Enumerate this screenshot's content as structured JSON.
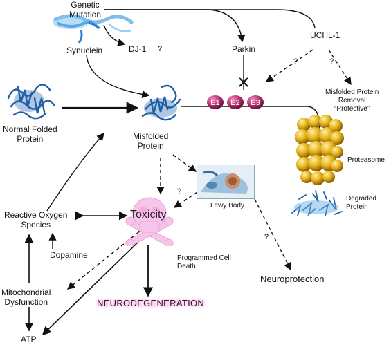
{
  "labels": {
    "genetic_mutation": "Genetic\nMutation",
    "synuclein": "Synuclein",
    "dj1": "DJ-1",
    "dj1_q": "?",
    "parkin": "Parkin",
    "uchl1": "UCHL-1",
    "uchl1_q": "?",
    "misfolded_removal": "Misfolded Protein\nRemoval\n“Protective”",
    "normal_folded": "Normal Folded\nProtein",
    "misfolded": "Misfolded\nProtein",
    "proteasome": "Proteasome",
    "degraded": "Degraded\nProtein",
    "lewy_body": "Lewy Body",
    "lewy_q": "?",
    "ros": "Reactive Oxygen\nSpecies",
    "toxicity": "Toxicity",
    "dopamine": "Dopamine",
    "neuro_q": "?",
    "programmed_death": "Programmed Cell\nDeath",
    "neuroprotection": "Neuroprotection",
    "mito": "Mitochondrial\nDysfunction",
    "neurodegeneration": "NEURODEGENERATION",
    "atp": "ATP"
  },
  "enzymes": [
    "E1",
    "E2",
    "E3"
  ],
  "colors": {
    "protein_blue": "#1f5fa8",
    "enzyme_magenta": "#b0306e",
    "proteasome_gold": "#e2b018",
    "toxicity_pink": "#f7c4ea",
    "arrow": "#111111"
  },
  "icons": {
    "protein": "ribbon-structure",
    "skull": "skull-crossbones",
    "proteasome": "stacked-ring-cylinder",
    "lewy": "microscope-cell"
  }
}
